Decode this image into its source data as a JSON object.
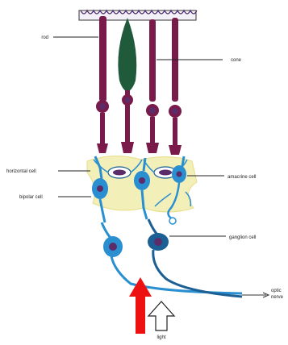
{
  "labels": {
    "rod": "rod",
    "cone": "cone",
    "horizontal_cell": "horizontal cell",
    "bipolar_cell": "bipolar cell",
    "amacrine_cell": "amacrine cell",
    "ganglion_cell": "ganglion cell",
    "optic_nerve_line1": "optic",
    "optic_nerve_line2": "nerve",
    "light": "light"
  },
  "colors": {
    "rod": "#7a1a4a",
    "cone": "#1f5a3a",
    "neuron_blue": "#2a8fd0",
    "neuron_dark": "#1c5f94",
    "nucleus": "#5a2d6a",
    "horizontal_layer": "#f3efb9",
    "light_arrow": "#ee1111",
    "outline": "#222222"
  },
  "icons": {
    "incoming_light": "red-arrow-up",
    "light_indicator": "outline-arrow-up"
  }
}
